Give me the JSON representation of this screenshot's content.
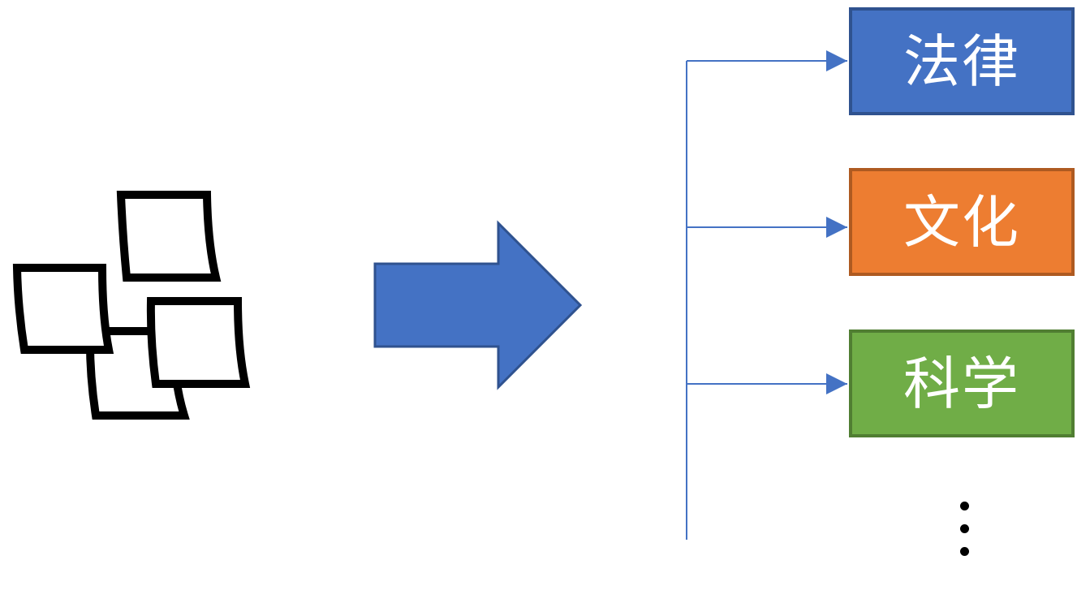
{
  "colors": {
    "connector": "#4472c4",
    "big_arrow_fill": "#4472c4",
    "big_arrow_stroke": "#2f528f",
    "note_stroke": "#000000"
  },
  "categories": [
    {
      "label": "法律",
      "fill": "#4472c4",
      "border": "#2f528f"
    },
    {
      "label": "文化",
      "fill": "#ed7d31",
      "border": "#ae5a21"
    },
    {
      "label": "科学",
      "fill": "#70ad47",
      "border": "#507e32"
    }
  ]
}
